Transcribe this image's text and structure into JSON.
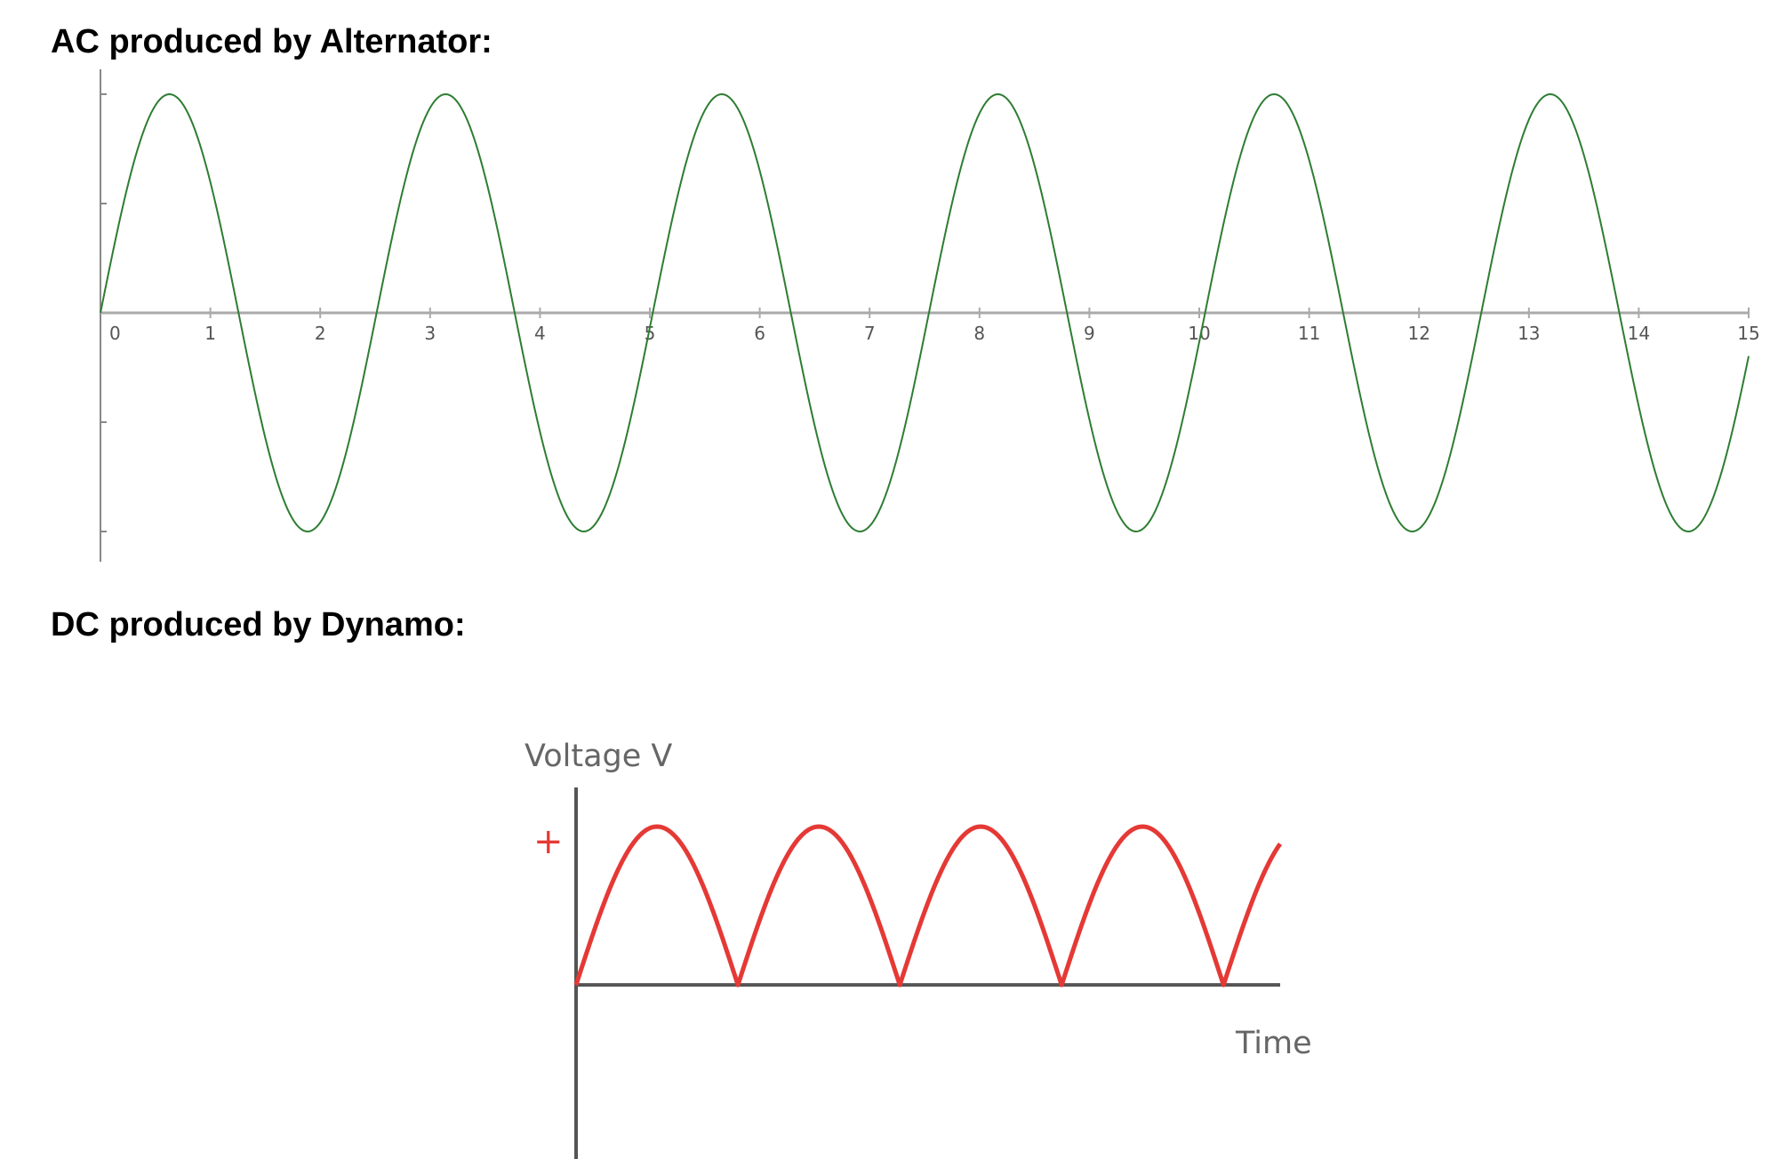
{
  "chart_data": [
    {
      "type": "line",
      "title": "AC produced by Alternator:",
      "xlabel": "",
      "ylabel": "",
      "xlim": [
        0,
        15
      ],
      "ylim": [
        -2,
        2
      ],
      "x_ticks": [
        "0",
        "1",
        "2",
        "3",
        "4",
        "5",
        "6",
        "7",
        "8",
        "9",
        "10",
        "11",
        "12",
        "13",
        "14",
        "15"
      ],
      "grid": false,
      "legend": "none",
      "color": "#2e7d32",
      "series": [
        {
          "function": "y = 2 * sin(2.5 * x)",
          "amplitude": 2,
          "angular_frequency": 2.5,
          "x_start": 0,
          "x_end": 15,
          "sample_step": 0.02
        }
      ]
    },
    {
      "type": "line",
      "title": "DC produced by Dynamo:",
      "xlabel": "Time",
      "ylabel": "Voltage V",
      "positive_label": "+",
      "negative_label": "–",
      "xlim": [
        0,
        4.35
      ],
      "ylim": [
        -1.2,
        1
      ],
      "grid": false,
      "legend": "none",
      "color": "#e53935",
      "series": [
        {
          "function": "y = |sin(pi * x)|",
          "amplitude": 1,
          "half_periods": 4.35,
          "x_start": 0,
          "x_end": 4.35,
          "sample_step": 0.01
        }
      ]
    }
  ]
}
